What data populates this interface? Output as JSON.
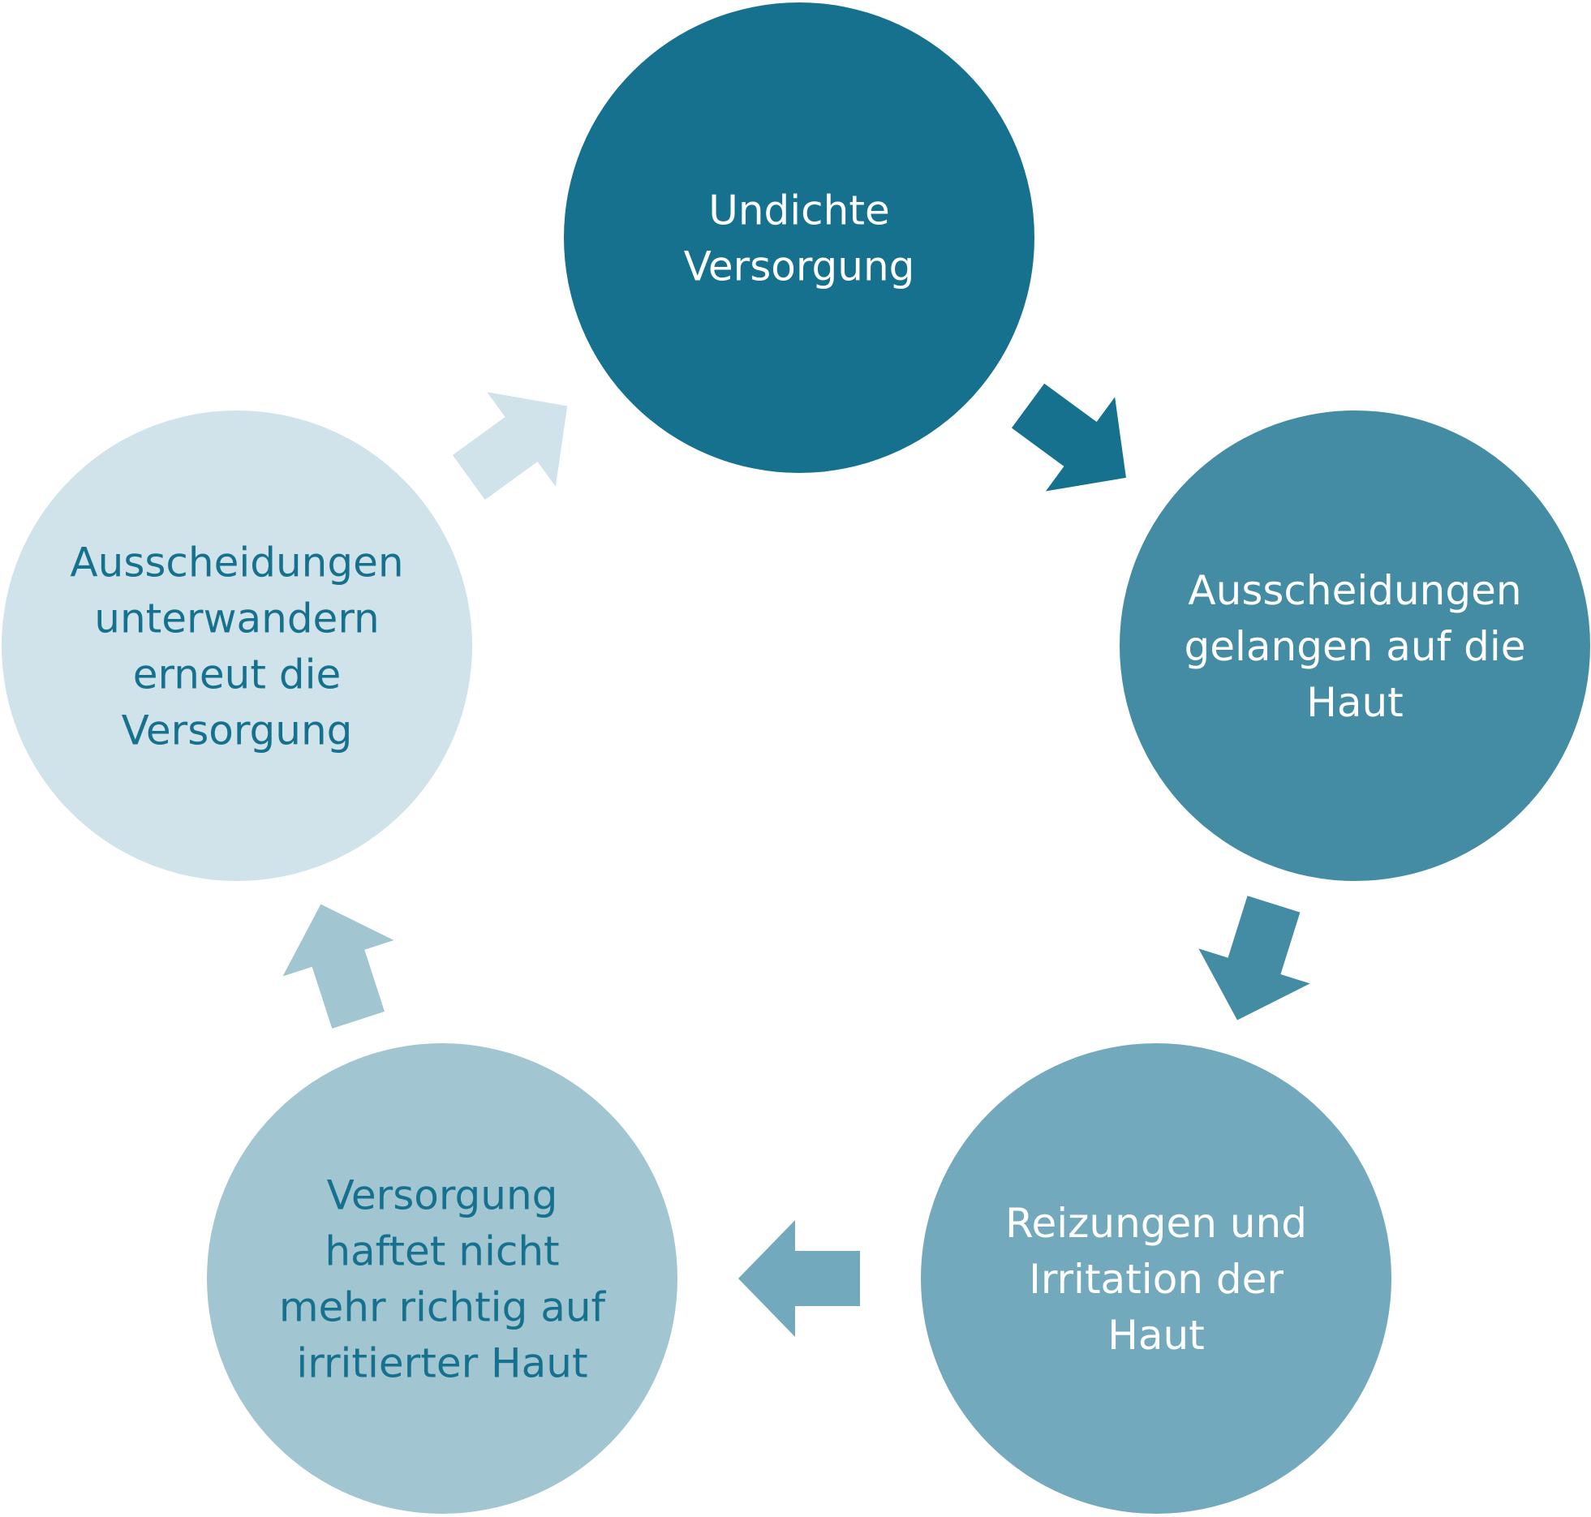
{
  "diagram": {
    "type": "cycle",
    "steps": [
      {
        "id": "step-1",
        "lines": [
          "Undichte",
          "Versorgung"
        ],
        "fill": "#16718e",
        "text_color": "#ffffff"
      },
      {
        "id": "step-2",
        "lines": [
          "Ausscheidungen",
          "gelangen auf die",
          "Haut"
        ],
        "fill": "#438ca4",
        "text_color": "#ffffff"
      },
      {
        "id": "step-3",
        "lines": [
          "Reizungen und",
          "Irritation der",
          "Haut"
        ],
        "fill": "#73a9bc",
        "text_color": "#ffffff"
      },
      {
        "id": "step-4",
        "lines": [
          "Versorgung",
          "haftet nicht",
          "mehr richtig auf",
          "irritierter Haut"
        ],
        "fill": "#a1c5d1",
        "text_color": "#16718e"
      },
      {
        "id": "step-5",
        "lines": [
          "Ausscheidungen",
          "unterwandern",
          "erneut die",
          "Versorgung"
        ],
        "fill": "#d0e3ea",
        "text_color": "#16718e"
      }
    ],
    "arrows": [
      {
        "from": "step-1",
        "to": "step-2",
        "fill": "#16718e"
      },
      {
        "from": "step-2",
        "to": "step-3",
        "fill": "#438ca4"
      },
      {
        "from": "step-3",
        "to": "step-4",
        "fill": "#73a9bc"
      },
      {
        "from": "step-4",
        "to": "step-5",
        "fill": "#a1c5d1"
      },
      {
        "from": "step-5",
        "to": "step-1",
        "fill": "#d0e3ea"
      }
    ]
  }
}
